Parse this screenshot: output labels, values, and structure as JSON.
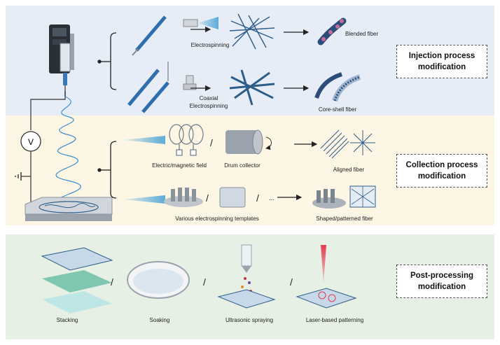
{
  "boxes": {
    "injection": {
      "line1": "Injection process",
      "line2": "modification"
    },
    "collection": {
      "line1": "Collection process",
      "line2": "modification"
    },
    "post": {
      "line1": "Post-processing",
      "line2": "modification"
    }
  },
  "injection": {
    "electrospinning": "Electrospinning",
    "coaxial_line1": "Coaxial",
    "coaxial_line2": "Electrospinning",
    "blended_fiber": "Blended fiber",
    "core_shell_fiber": "Core-shell fiber"
  },
  "collection": {
    "electric_magnetic": "Electric/magnetic field",
    "drum_collector": "Drum collector",
    "aligned_fiber": "Aligned fiber",
    "templates": "Various electrospinning templates",
    "shaped_fiber": "Shaped/patterned fiber",
    "slash": "/",
    "ellipsis": "..."
  },
  "post": {
    "stacking": "Stacking",
    "soaking": "Soaking",
    "ultrasonic": "Ultrasonic spraying",
    "laser": "Laser-based  patterning",
    "slash": "/"
  },
  "voltage_symbol": "V",
  "colors": {
    "injection_bg": "#e6edf6",
    "collection_bg": "#fdf6e4",
    "post_bg": "#e7f0e4",
    "fiber": "#2f5d8a"
  }
}
